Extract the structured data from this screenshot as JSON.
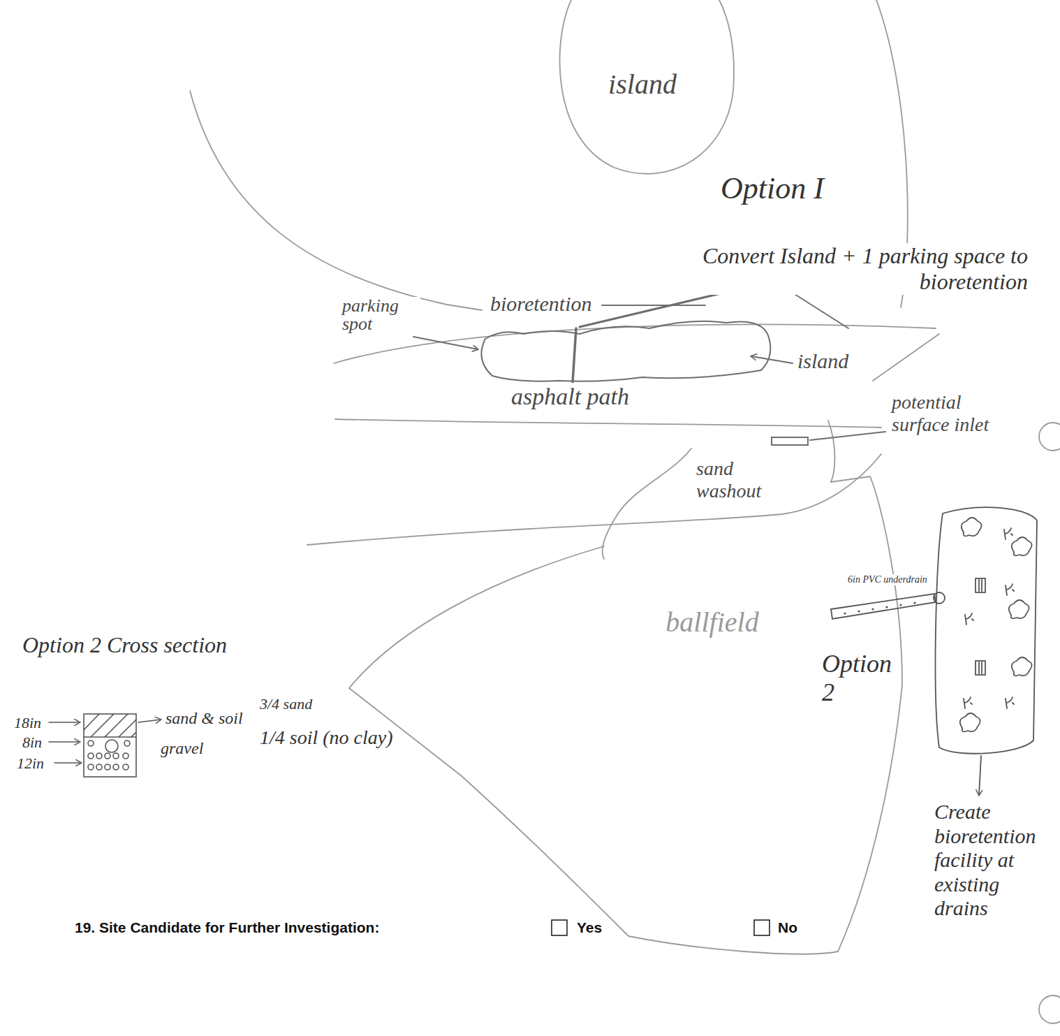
{
  "diagram": {
    "nodes": [
      {
        "text": [
          "island"
        ]
      },
      {
        "text": [
          "ballfield"
        ]
      }
    ],
    "labels": [
      "Option I",
      "Convert Island + 1 parking space to bioretention",
      "parking spot",
      "bioretention",
      "island",
      "asphalt path",
      "potential surface inlet",
      "sand washout",
      "6in PVC underdrain",
      "Option 2",
      "Create bioretention facility at existing drains",
      "Option 2 Cross section",
      "18in",
      "8in",
      "12in",
      "sand & soil",
      "gravel",
      "3/4 sand",
      "1/4 soil (no clay)",
      "19. Site Candidate for Further Investigation:",
      "Yes",
      "No"
    ]
  }
}
